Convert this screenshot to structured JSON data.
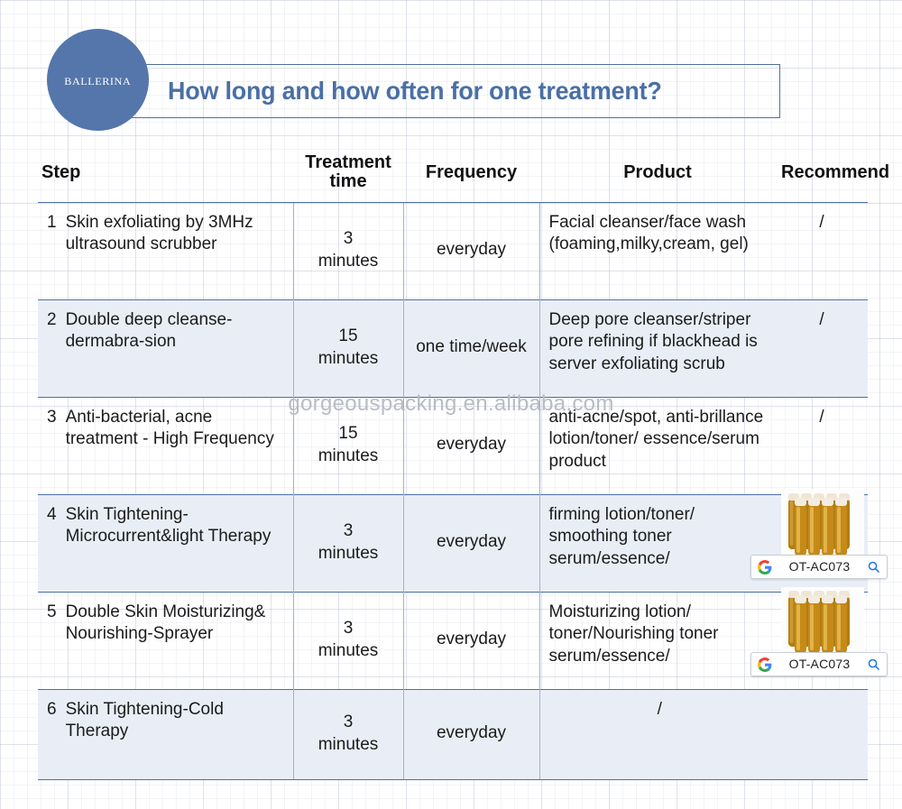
{
  "header": {
    "logo_text": "BALLERINA",
    "title": "How long and how often for one treatment?",
    "logo_color": "#5476ab",
    "title_color": "#4a6fa5"
  },
  "watermark": {
    "text": "gorgeouspacking.en.alibaba.com"
  },
  "table": {
    "columns": [
      {
        "key": "step",
        "label": "Step"
      },
      {
        "key": "time",
        "label": "Treatment\ntime",
        "label_line1": "Treatment",
        "label_line2": "time"
      },
      {
        "key": "frequency",
        "label": "Frequency"
      },
      {
        "key": "product",
        "label": "Product"
      },
      {
        "key": "recommend",
        "label": "Recommend"
      }
    ],
    "rows": [
      {
        "num": "1",
        "step": "Skin exfoliating by 3MHz ultrasound scrubber",
        "time_value": "3",
        "time_unit": "minutes",
        "frequency": "everyday",
        "product": "Facial cleanser/face wash (foaming,milky,cream, gel)",
        "recommend": "/",
        "has_thumb": false
      },
      {
        "num": "2",
        "step": "Double deep cleanse-dermabra-sion",
        "time_value": "15",
        "time_unit": "minutes",
        "frequency": "one time/week",
        "product": "Deep pore cleanser/striper pore refining if blackhead is server exfoliating scrub",
        "recommend": "/",
        "has_thumb": false
      },
      {
        "num": "3",
        "step": "Anti-bacterial, acne treatment - High Frequency",
        "time_value": "15",
        "time_unit": "minutes",
        "frequency": "everyday",
        "product": "anti-acne/spot, anti-brillance lotion/toner/ essence/serum product",
        "recommend": "/",
        "has_thumb": false
      },
      {
        "num": "4",
        "step": "Skin Tightening-Microcurrent&light Therapy",
        "time_value": "3",
        "time_unit": "minutes",
        "frequency": "everyday",
        "product": "firming lotion/toner/ smoothing toner serum/essence/",
        "recommend": "",
        "has_thumb": true,
        "thumb_code": "OT-AC073"
      },
      {
        "num": "5",
        "step": "Double Skin Moisturizing& Nourishing-Sprayer",
        "time_value": "3",
        "time_unit": "minutes",
        "frequency": "everyday",
        "product": "Moisturizing lotion/ toner/Nourishing toner serum/essence/",
        "recommend": "",
        "has_thumb": true,
        "thumb_code": "OT-AC073"
      },
      {
        "num": "6",
        "step": "Skin Tightening-Cold Therapy",
        "time_value": "3",
        "time_unit": "minutes",
        "frequency": "everyday",
        "product": "/",
        "recommend": "",
        "has_thumb": false
      }
    ]
  }
}
